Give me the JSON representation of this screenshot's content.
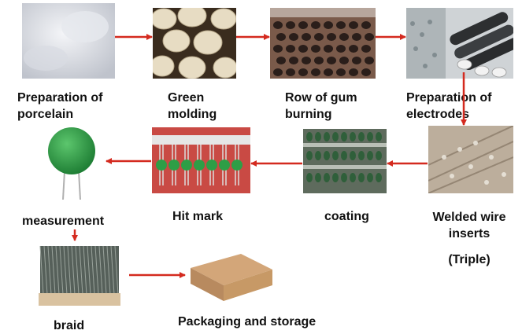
{
  "steps": [
    {
      "id": "porcelain",
      "lines": [
        "Preparation of",
        "porcelain"
      ]
    },
    {
      "id": "green",
      "lines": [
        "Green",
        "molding"
      ]
    },
    {
      "id": "burning",
      "lines": [
        "Row of gum",
        "burning"
      ]
    },
    {
      "id": "electrodes",
      "lines": [
        "Preparation of",
        "electrodes"
      ]
    },
    {
      "id": "welded",
      "lines": [
        "Welded wire",
        "inserts"
      ],
      "note": "(Triple)"
    },
    {
      "id": "coating",
      "lines": [
        "coating"
      ]
    },
    {
      "id": "hitmark",
      "lines": [
        "Hit mark"
      ]
    },
    {
      "id": "measurement",
      "lines": [
        "measurement"
      ]
    },
    {
      "id": "braid",
      "lines": [
        "braid"
      ]
    },
    {
      "id": "packaging",
      "lines": [
        "Packaging and storage"
      ]
    }
  ],
  "colors": {
    "arrow": "#d42a1f",
    "label": "#111111",
    "disc_green": "#2e9e46",
    "ceramic": "#e7dcc3"
  }
}
